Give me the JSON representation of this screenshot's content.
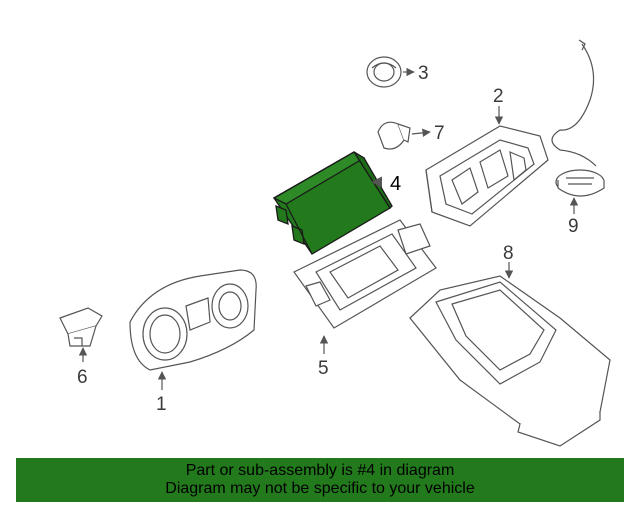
{
  "callouts": {
    "c1": "1",
    "c2": "2",
    "c3": "3",
    "c4": "4",
    "c5": "5",
    "c6": "6",
    "c7": "7",
    "c8": "8",
    "c9": "9"
  },
  "highlight_color": "#237a1d",
  "banner": {
    "line1": "Part or sub-assembly is #4 in diagram",
    "line2": "Diagram may not be specific to your vehicle"
  }
}
